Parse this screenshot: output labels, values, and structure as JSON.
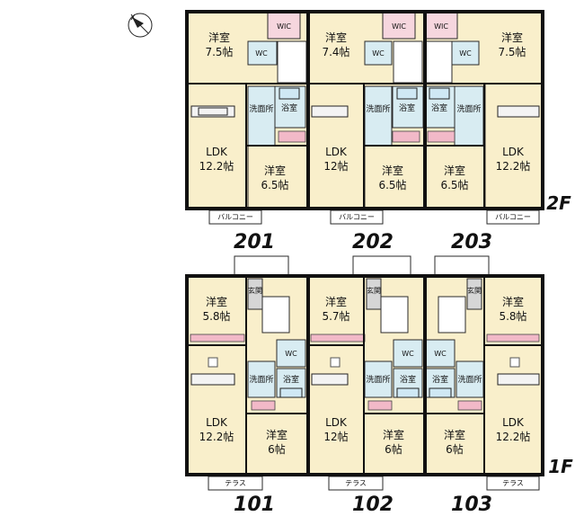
{
  "floors": {
    "second": {
      "label": "2F",
      "units": [
        {
          "number": "201",
          "bedroom_main": [
            "洋室",
            "7.5帖"
          ],
          "ldk": [
            "LDK",
            "12.2帖"
          ],
          "bedroom2": [
            "洋室",
            "6.5帖"
          ],
          "wic": "WIC",
          "bath": "浴室",
          "washroom": "洗面所",
          "wc": "WC",
          "balcony": "バルコニー"
        },
        {
          "number": "202",
          "bedroom_main": [
            "洋室",
            "7.4帖"
          ],
          "ldk": [
            "LDK",
            "12帖"
          ],
          "bedroom2": [
            "洋室",
            "6.5帖"
          ],
          "wic": "WIC",
          "bath": "浴室",
          "washroom": "洗面所",
          "wc": "WC",
          "balcony": "バルコニー"
        },
        {
          "number": "203",
          "bedroom_main": [
            "洋室",
            "7.5帖"
          ],
          "ldk": [
            "LDK",
            "12.2帖"
          ],
          "bedroom2": [
            "洋室",
            "6.5帖"
          ],
          "wic": "WIC",
          "bath": "浴室",
          "washroom": "洗面所",
          "wc": "WC",
          "balcony": "バルコニー"
        }
      ]
    },
    "first": {
      "label": "1F",
      "units": [
        {
          "number": "101",
          "bedroom_main": [
            "洋室",
            "5.8帖"
          ],
          "ldk": [
            "LDK",
            "12.2帖"
          ],
          "bedroom2": [
            "洋室",
            "6帖"
          ],
          "entry": "玄関",
          "bath": "浴室",
          "washroom": "洗面所",
          "wc": "WC",
          "terrace": "テラス"
        },
        {
          "number": "102",
          "bedroom_main": [
            "洋室",
            "5.7帖"
          ],
          "ldk": [
            "LDK",
            "12帖"
          ],
          "bedroom2": [
            "洋室",
            "6帖"
          ],
          "entry": "玄関",
          "bath": "浴室",
          "washroom": "洗面所",
          "wc": "WC",
          "terrace": "テラス"
        },
        {
          "number": "103",
          "bedroom_main": [
            "洋室",
            "5.8帖"
          ],
          "ldk": [
            "LDK",
            "12.2帖"
          ],
          "bedroom2": [
            "洋室",
            "6帖"
          ],
          "entry": "玄関",
          "bath": "浴室",
          "washroom": "洗面所",
          "wc": "WC",
          "terrace": "テラス"
        }
      ]
    }
  },
  "compass_icon": "north-arrow-icon",
  "colors": {
    "room": "#f9efcb",
    "wet": "#d8ecf2",
    "entry": "#d6d6d6",
    "wic": "#f6d6de",
    "wall": "#111111"
  }
}
